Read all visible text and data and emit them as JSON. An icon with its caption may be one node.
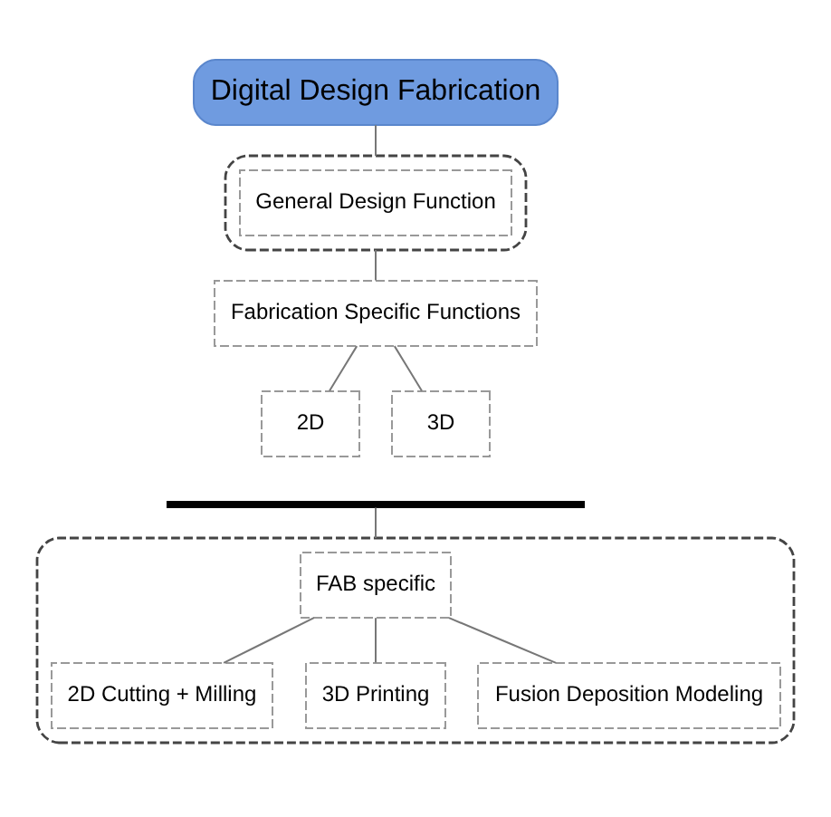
{
  "diagram": {
    "nodes": [
      {
        "text": [
          "Digital Design Fabrication"
        ]
      },
      {
        "text": [],
        "shape": "box"
      },
      {
        "text": [
          "General Design Function"
        ],
        "in": 1
      },
      {
        "text": [
          "Fabrication Specific Functions"
        ]
      },
      {
        "text": [
          "2D"
        ]
      },
      {
        "text": [
          "3D"
        ]
      },
      {
        "text": [],
        "shape": "bar"
      },
      {
        "text": [],
        "shape": "box"
      },
      {
        "text": [
          "FAB specific"
        ],
        "in": 7
      },
      {
        "text": [
          "2D Cutting + Milling"
        ],
        "in": 7
      },
      {
        "text": [
          "3D Printing"
        ],
        "in": 7
      },
      {
        "text": [
          "Fusion Deposition Modeling"
        ],
        "in": 7
      }
    ],
    "edges": [
      {
        "from": 0,
        "to": 1,
        "arrow": "none"
      },
      {
        "from": 1,
        "to": 3,
        "arrow": "none"
      },
      {
        "from": 3,
        "to": 4,
        "arrow": "none"
      },
      {
        "from": 3,
        "to": 5,
        "arrow": "none"
      },
      {
        "from": 6,
        "to": 7,
        "arrow": "none"
      },
      {
        "from": 8,
        "to": 9,
        "arrow": "none"
      },
      {
        "from": 8,
        "to": 10,
        "arrow": "none"
      },
      {
        "from": 8,
        "to": 11,
        "arrow": "none"
      }
    ]
  }
}
